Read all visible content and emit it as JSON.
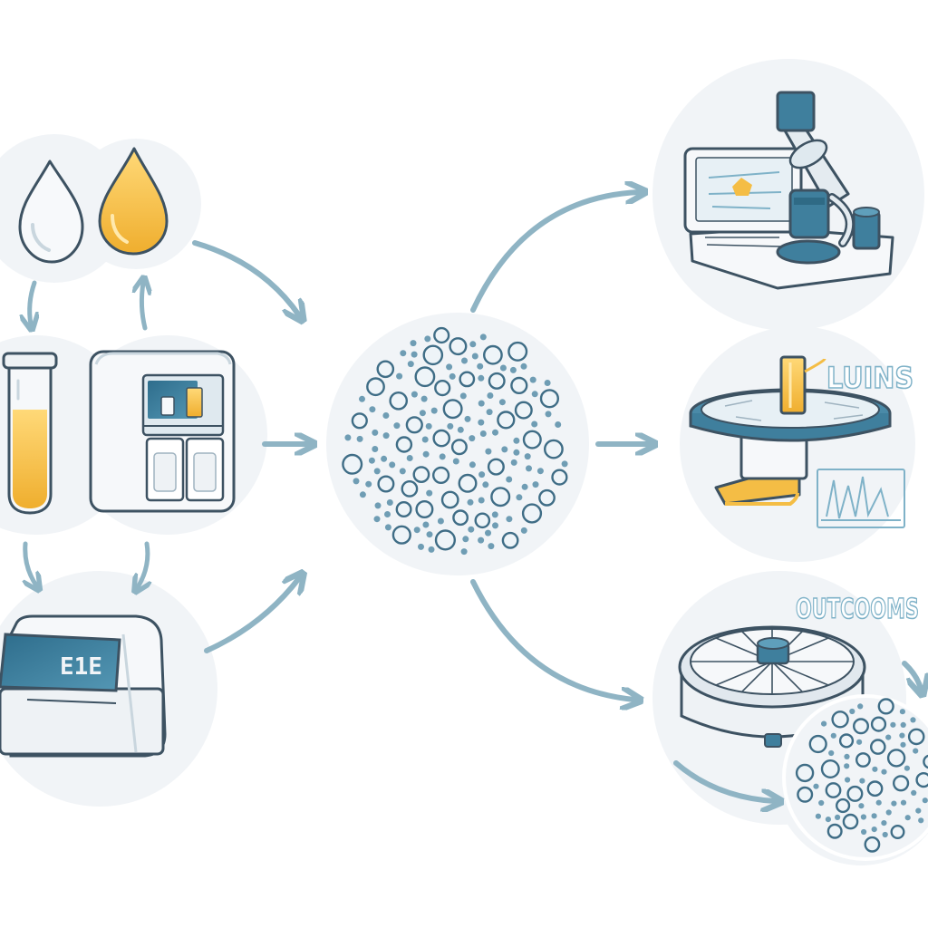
{
  "colors": {
    "bubble": "#f1f4f7",
    "outline": "#3d5262",
    "teal": "#3f7f9d",
    "teal_dark": "#2f6a85",
    "amber": "#f4bd45",
    "arrow": "#8fb4c4",
    "sketch_blue": "#7fb2c8",
    "device": "#f6f8fa"
  },
  "labels": {
    "luins": "LUINS",
    "outcomes": "OUTCOOMS",
    "screen_code": "E1E"
  },
  "icons": [
    "clear-drop-icon",
    "amber-drop-icon",
    "sample-tube-icon",
    "dispenser-machine-icon",
    "analyzer-device-icon",
    "particle-cluster-icon",
    "microscope-computer-icon",
    "spectrometer-icon",
    "centrifuge-icon",
    "particle-sample-icon"
  ]
}
